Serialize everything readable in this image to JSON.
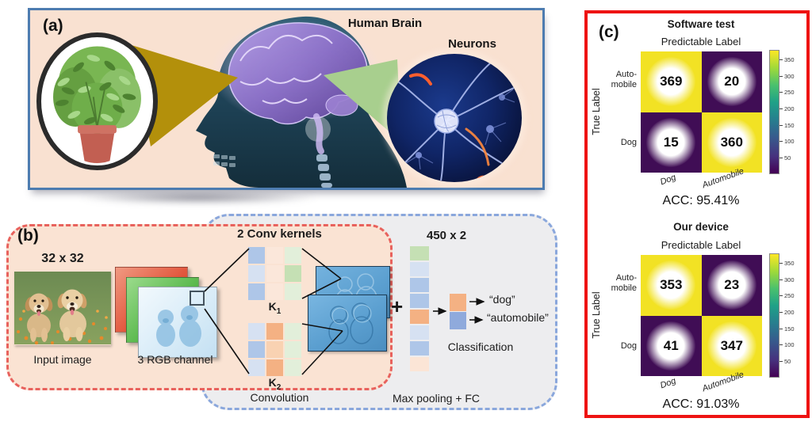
{
  "colors": {
    "panel_a_bg": "#f9e1d1",
    "panel_a_border": "#4d7cb0",
    "panel_b_red_border": "#e8625d",
    "panel_b_red_bg": "#fae3d3",
    "panel_b_blue_border": "#8aa7dc",
    "panel_b_blue_bg": "#ededef",
    "panel_c_border": "#ee1312",
    "gold_triangle": "#b3900b",
    "green_triangle": "#a8cf8e",
    "viridis_hi": "#f2e224",
    "viridis_lo": "#400d55",
    "palette": {
      "b1": "#d6e1f2",
      "b2": "#aec6e8",
      "p1": "#fbe7da",
      "o1": "#f9d2b2",
      "o2": "#f4b183",
      "g1": "#e2efda",
      "g2": "#c5e0b4",
      "pw": "#8faadc",
      "pp": "#fbe5d6"
    }
  },
  "panel_a": {
    "label": "(a)",
    "brain_caption": "Human Brain",
    "neurons_caption": "Neurons"
  },
  "panel_b": {
    "label": "(b)",
    "input_size": "32 x 32",
    "input_caption": "Input image",
    "rgb_caption": "3 RGB channel",
    "kernels_title": "2 Conv kernels",
    "kernels": [
      {
        "name": "K",
        "sub": "1",
        "cells": [
          "b2",
          "p1",
          "g1",
          "b1",
          "p1",
          "g2",
          "b2",
          "p1",
          "g1"
        ]
      },
      {
        "name": "K",
        "sub": "2",
        "cells": [
          "b1",
          "o2",
          "g1",
          "b2",
          "o1",
          "g1",
          "b1",
          "o2",
          "g1"
        ]
      }
    ],
    "convolution_caption": "Convolution",
    "plus_sign": "+",
    "fc_size": "450 x 2",
    "feature_cells": [
      "g2",
      "b1",
      "b2",
      "b2",
      "o2",
      "b1",
      "b2",
      "pp"
    ],
    "output_cells": [
      "o2",
      "pw"
    ],
    "class_labels": [
      "“dog”",
      "“automobile”"
    ],
    "classification_caption": "Classification",
    "maxpool_caption": "Max pooling + FC"
  },
  "panel_c": {
    "label": "(c)",
    "colorbar_ticks": [
      350,
      300,
      250,
      200,
      150,
      100,
      50
    ],
    "colorbar_max": 380,
    "matrices": [
      {
        "title": "Software test",
        "top_axis": "Predictable Label",
        "y_axis": "True Label",
        "row_labels": [
          "Auto-",
          "mobile",
          "Dog"
        ],
        "col_labels": [
          "Dog",
          "Automobile"
        ],
        "values": [
          [
            369,
            20
          ],
          [
            15,
            360
          ]
        ],
        "acc": "ACC: 95.41%"
      },
      {
        "title": "Our device",
        "top_axis": "Predictable Label",
        "y_axis": "True Label",
        "row_labels": [
          "Auto-",
          "mobile",
          "Dog"
        ],
        "col_labels": [
          "Dog",
          "Automobile"
        ],
        "values": [
          [
            353,
            23
          ],
          [
            41,
            347
          ]
        ],
        "acc": "ACC: 91.03%"
      }
    ]
  },
  "chart_data": [
    {
      "type": "heatmap",
      "title": "Software test",
      "xlabel": "Predictable Label",
      "ylabel": "True Label",
      "rows": [
        "Automobile",
        "Dog"
      ],
      "cols": [
        "Dog",
        "Automobile"
      ],
      "values": [
        [
          369,
          20
        ],
        [
          15,
          360
        ]
      ],
      "colorbar_ticks": [
        350,
        300,
        250,
        200,
        150,
        100,
        50
      ],
      "colormap": "viridis",
      "annotation": "ACC: 95.41%"
    },
    {
      "type": "heatmap",
      "title": "Our device",
      "xlabel": "Predictable Label",
      "ylabel": "True Label",
      "rows": [
        "Automobile",
        "Dog"
      ],
      "cols": [
        "Dog",
        "Automobile"
      ],
      "values": [
        [
          353,
          23
        ],
        [
          41,
          347
        ]
      ],
      "colorbar_ticks": [
        350,
        300,
        250,
        200,
        150,
        100,
        50
      ],
      "colormap": "viridis",
      "annotation": "ACC: 91.03%"
    }
  ]
}
